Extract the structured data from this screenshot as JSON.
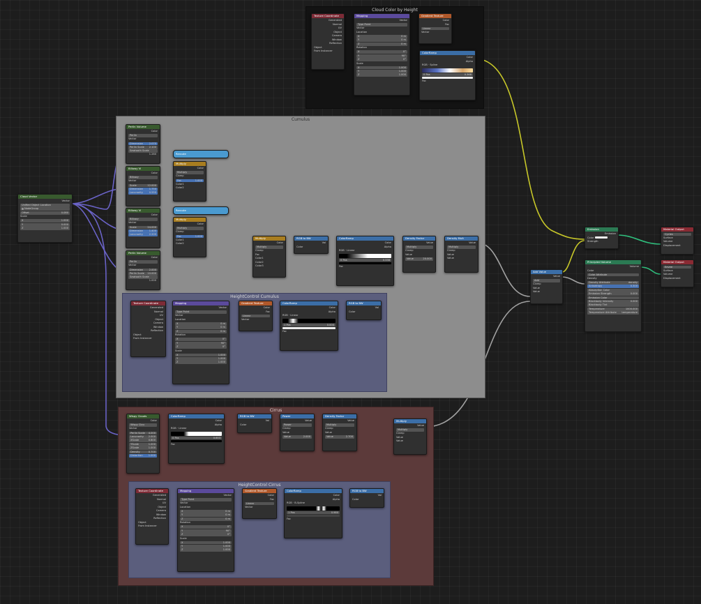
{
  "editor": {
    "name": "Shader Editor",
    "background": "#1d1d1d"
  },
  "colors": {
    "texture": "#7d2b36",
    "vector": "#5b4a9c",
    "converter": "#3b6ea7",
    "color": "#a87d20",
    "input": "#b0582a",
    "shader": "#2b7a53",
    "output": "#8a2a33",
    "group": "#385a2e",
    "wire": "#9a9a9a",
    "wire_yellow": "#c7c729",
    "wire_purple": "#6363c7",
    "wire_gray": "#a1a1a1"
  },
  "frames": {
    "cloud_color": "Cloud Color by Height",
    "cumulus": "Cumulus",
    "height_control_cumulus": "HeightControl Cumulus",
    "cirrus": "Cirrus",
    "height_control_cirrus": "HeightControl Cirrus"
  },
  "cloud_vector": {
    "title": "Cloud Vector",
    "outputs": [
      "Vector"
    ],
    "field": "Unified Object Location",
    "object": "NodeGroup",
    "params": [
      {
        "label": "Offset",
        "value": "0.080"
      }
    ],
    "scale_label": "Scale",
    "scale": [
      {
        "label": "X",
        "value": "1.000"
      },
      {
        "label": "Y",
        "value": "0.000"
      },
      {
        "label": "Z",
        "value": "1.000"
      }
    ]
  },
  "texcoord": {
    "title": "Texture Coordinate",
    "outputs": [
      "Generated",
      "Normal",
      "UV",
      "Object",
      "Camera",
      "Window",
      "Reflection"
    ],
    "object_label": "Object",
    "from_instancer": "From Instancer"
  },
  "mapping": {
    "title": "Mapping",
    "out": "Vector",
    "type_label": "Type",
    "type_value": "Point",
    "vector_label": "Vector",
    "location_label": "Location",
    "location": [
      {
        "label": "X",
        "value": "0 m"
      },
      {
        "label": "Y",
        "value": "0 m"
      },
      {
        "label": "Z",
        "value": "0 m"
      }
    ],
    "rotation_label": "Rotation",
    "rotation": [
      {
        "label": "X",
        "value": "0°"
      },
      {
        "label": "Y",
        "value": "90°"
      },
      {
        "label": "Z",
        "value": "0°"
      }
    ],
    "scale_label": "Scale",
    "scale": [
      {
        "label": "X",
        "value": "1.000"
      },
      {
        "label": "Y",
        "value": "1.000"
      },
      {
        "label": "Z",
        "value": "1.000"
      }
    ]
  },
  "gradient": {
    "title": "Gradient Texture",
    "outputs": [
      "Color",
      "Fac"
    ],
    "type": "Linear",
    "vector": "Vector"
  },
  "cc_colorramp": {
    "title": "ColorRamp",
    "outputs": [
      "Color",
      "Alpha"
    ],
    "mode": "RGB",
    "interp": "Spline",
    "pos_label": "0",
    "pos": "Pos",
    "pos_value": "0.368",
    "fac": "Fac"
  },
  "noise": {
    "title": "Perlin Volume",
    "out": "Color",
    "name": "Perlin",
    "vector": "Vector",
    "params": [
      {
        "label": "Dimension",
        "value": "2.070"
      },
      {
        "label": "Perlin Scale",
        "value": "2.100"
      },
      {
        "label": "Sawtooth Scale",
        "value": "1.280"
      }
    ]
  },
  "billow1": {
    "title": "Billowy Vl",
    "out": "Color",
    "name": "Billowy",
    "vector": "Vector",
    "params": [
      {
        "label": "Scale",
        "value": "12.000"
      },
      {
        "label": "Dimension",
        "value": "1.750"
      },
      {
        "label": "Lacunarity",
        "value": "0.550"
      }
    ]
  },
  "billow2": {
    "title": "Billowy Vl",
    "out": "Color",
    "name": "Billowy",
    "vector": "Vector",
    "params": [
      {
        "label": "Scale",
        "value": "24.000"
      },
      {
        "label": "Dimension",
        "value": "1.400"
      },
      {
        "label": "Lacunarity",
        "value": "2.200"
      }
    ]
  },
  "noise2": {
    "title": "Perlin Volume",
    "out": "Color",
    "name": "Perlin",
    "vector": "Vector",
    "params": [
      {
        "label": "Dimension",
        "value": "2.000"
      },
      {
        "label": "Perlin Scale",
        "value": "10.000"
      },
      {
        "label": "Sawtooth Scale",
        "value": "1.000"
      }
    ]
  },
  "multiply": {
    "title": "Multiply",
    "out": "Color",
    "mode": "Multiply",
    "clamp": "Clamp",
    "fac": "Fac",
    "fac_value": "1.000",
    "color1": "Color1",
    "color2": "Color2"
  },
  "reroute_bars": {
    "a": "Reroute",
    "b": "Reroute"
  },
  "mult_big": {
    "title": "Multiply",
    "out": "Color",
    "mode": "Multiply",
    "clamp": "Clamp",
    "fac": "Fac",
    "color1": "Color1",
    "color2": "Color2",
    "color3": "Color3"
  },
  "rgb_to_bw": {
    "title": "RGB to BW",
    "out": "Val",
    "in": "Color"
  },
  "cum_ramp": {
    "title": "ColorRamp",
    "outputs": [
      "Color",
      "Alpha"
    ],
    "mode": "RGB",
    "interp": "Linear",
    "pos_label": "0",
    "pos": "Pos",
    "pos_value": "0.338",
    "fac": "Fac"
  },
  "density_bias": {
    "title": "Density Factor",
    "out": "Value",
    "mode": "Multiply",
    "clamp": "Clamp",
    "v1": "Value",
    "v2": "Value",
    "v2_value": "20.000"
  },
  "density_mult": {
    "title": "Density Mult",
    "out": "Value",
    "mode": "Multiply",
    "clamp": "Clamp",
    "v1": "Value",
    "v2": "Value"
  },
  "hc_ramp": {
    "title": "ColorRamp",
    "outputs": [
      "Color",
      "Alpha"
    ],
    "mode": "RGB",
    "interp": "Linear",
    "pos_label": "1",
    "pos": "Pos",
    "pos_value": "0.000",
    "fac": "Fac"
  },
  "hc_bw": {
    "title": "RGB to BW",
    "out": "Val",
    "in": "Color"
  },
  "add_shader": {
    "title": "Add Value",
    "out": "Value",
    "mode": "Add",
    "clamp": "Clamp",
    "v1": "Value",
    "v2": "Value"
  },
  "emission": {
    "title": "Emission",
    "out": "Emission",
    "color": "Color",
    "strength": "Strength"
  },
  "pvolume": {
    "title": "Principled Volume",
    "out": "Volume",
    "rows": [
      {
        "label": "Color"
      },
      {
        "label": "Color Attribute"
      },
      {
        "label": "Density"
      },
      {
        "label": "Density Attribute",
        "value": "density"
      },
      {
        "label": "Anisotropy",
        "value": "0.300",
        "hl": true
      },
      {
        "label": "Absorption Color"
      },
      {
        "label": "Emission Strength",
        "value": "0.000"
      },
      {
        "label": "Emission Color"
      },
      {
        "label": "Blackbody Intensity",
        "value": "0.000"
      },
      {
        "label": "Blackbody Tint"
      },
      {
        "label": "Temperature",
        "value": "1000.000"
      },
      {
        "label": "Temperature Attribute",
        "value": "temperature"
      }
    ]
  },
  "mo1": {
    "title": "Material Output",
    "target": "Cycles",
    "inputs": [
      "Surface",
      "Volume",
      "Displacement"
    ]
  },
  "mo2": {
    "title": "Material Output",
    "target": "Eevee",
    "inputs": [
      "Surface",
      "Volume",
      "Displacement"
    ]
  },
  "wispy": {
    "title": "Wispy Clouds",
    "out": "Color",
    "name": "Wispy Clou",
    "vector": "Vector",
    "params": [
      {
        "label": "Perlin Scale",
        "value": "4.000"
      },
      {
        "label": "Lacunarity",
        "value": "2.000"
      },
      {
        "label": "XScale",
        "value": "0.800"
      },
      {
        "label": "YScale",
        "value": "1.000"
      },
      {
        "label": "ZScale",
        "value": "1.000"
      },
      {
        "label": "Density",
        "value": "0.700"
      },
      {
        "label": "Distortion",
        "value": "1.000",
        "hl": true
      }
    ]
  },
  "cir_ramp": {
    "title": "ColorRamp",
    "outputs": [
      "Color",
      "Alpha"
    ],
    "mode": "RGB",
    "interp": "Linear",
    "pos_label": "0",
    "pos": "Pos",
    "pos_value": "0.653",
    "fac": "Fac"
  },
  "cir_bw": {
    "title": "RGB to BW",
    "out": "Val",
    "in": "Color"
  },
  "power": {
    "title": "Power",
    "out": "Value",
    "mode": "Power",
    "clamp": "Clamp",
    "v1": "Value",
    "v2": "Value",
    "v2_value": "2.000"
  },
  "cir_density": {
    "title": "Density Factor",
    "out": "Value",
    "mode": "Multiply",
    "clamp": "Clamp",
    "v1": "Value",
    "v2": "Value",
    "v2_value": "2.700"
  },
  "cir_mult": {
    "title": "Multiply",
    "out": "Value",
    "mode": "Multiply",
    "clamp": "Clamp",
    "v1": "Value",
    "v2": "Value"
  },
  "hcc_ramp": {
    "title": "ColorRamp",
    "outputs": [
      "Color",
      "Alpha"
    ],
    "mode": "RGB",
    "interp": "B-Spline",
    "pos_label": "1",
    "pos": "Pos",
    "pos_value": "0.980",
    "fac": "Fac"
  },
  "hcc_bw": {
    "title": "RGB to BW",
    "out": "Val",
    "in": "Color"
  }
}
